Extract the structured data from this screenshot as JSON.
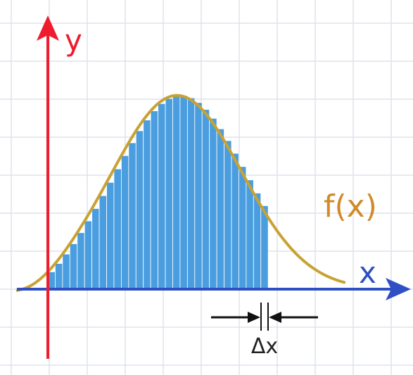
{
  "labels": {
    "y_axis": "y",
    "x_axis": "x",
    "function": "f(x)",
    "delta": "Δx"
  },
  "colors": {
    "background": "#ffffff",
    "grid": "#dde3ee",
    "x_axis": "#2f4fc4",
    "y_axis": "#ee1c2e",
    "curve": "#c8a233",
    "bars": "#4a9ee0",
    "bar_gap": "#ffffff",
    "delta_arrows": "#111111",
    "label_y": "#ee1c2e",
    "label_x": "#2f4fc4",
    "label_f": "#d08a2a",
    "label_delta": "#222222"
  },
  "function": {
    "shape": "bell curve",
    "peak_x": 3.4,
    "peak_y": 5.1,
    "spread": 1.7
  },
  "rectangles": {
    "x_start": 0,
    "x_end": 5.8,
    "count": 30,
    "height_rule": "left-endpoint"
  },
  "icons": [
    "arrow-up-icon",
    "arrow-right-icon",
    "arrow-left-icon"
  ]
}
